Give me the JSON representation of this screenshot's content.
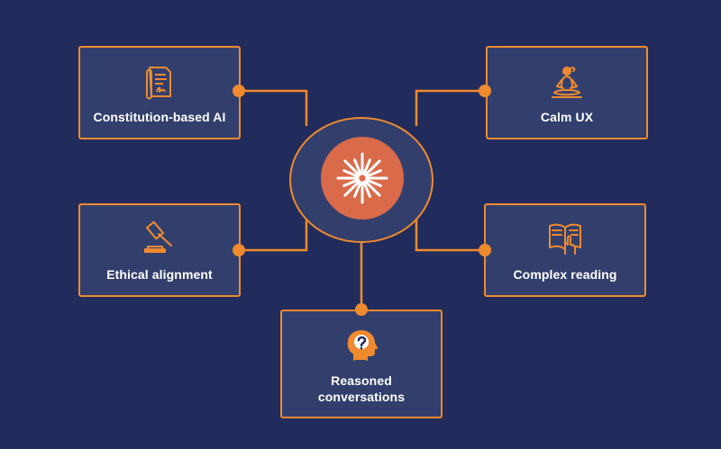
{
  "colors": {
    "background": "#212c5c",
    "card_fill": "#323f6d",
    "accent": "#f08a2e",
    "hub_core": "#d96a4a",
    "text": "#ffffff"
  },
  "hub": {
    "icon": "sparkle-burst-icon"
  },
  "nodes": {
    "constitution": {
      "label": "Constitution-based AI",
      "icon": "document-scroll-icon"
    },
    "calm": {
      "label": "Calm UX",
      "icon": "meditation-person-icon"
    },
    "ethical": {
      "label": "Ethical alignment",
      "icon": "gavel-icon"
    },
    "reading": {
      "label": "Complex reading",
      "icon": "open-book-hand-icon"
    },
    "reasoned": {
      "label_line1": "Reasoned",
      "label_line2": "conversations",
      "icon": "head-question-icon"
    }
  }
}
